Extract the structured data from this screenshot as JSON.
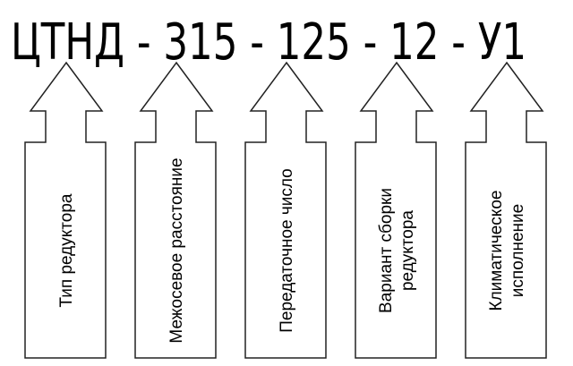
{
  "title": "ЦТНД - 315 - 125 - 12 - У1",
  "arrows": [
    {
      "lines": [
        "Тип редуктора"
      ]
    },
    {
      "lines": [
        "Межосевое расстояние"
      ]
    },
    {
      "lines": [
        "Передаточное число"
      ]
    },
    {
      "lines": [
        "Вариант сборки",
        "редуктора"
      ]
    },
    {
      "lines": [
        "Климатическое",
        "исполнение"
      ]
    }
  ]
}
